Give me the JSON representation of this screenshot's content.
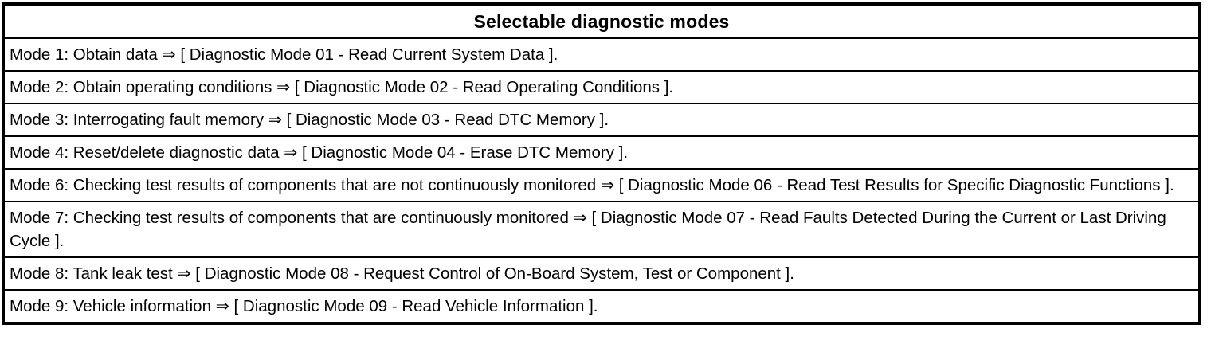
{
  "table": {
    "title": "Selectable diagnostic modes",
    "rows": [
      "Mode 1: Obtain data ⇒ [ Diagnostic Mode 01 - Read Current System Data ].",
      "Mode 2: Obtain operating conditions ⇒ [ Diagnostic Mode 02 - Read Operating Conditions ].",
      "Mode 3: Interrogating fault memory ⇒ [ Diagnostic Mode 03 - Read DTC Memory ].",
      "Mode 4: Reset/delete diagnostic data ⇒ [ Diagnostic Mode 04 - Erase DTC Memory ].",
      "Mode 6: Checking test results of components that are not continuously monitored ⇒ [ Diagnostic Mode 06 - Read Test Results for Specific Diagnostic Functions ].",
      "Mode 7: Checking test results of components that are continuously monitored ⇒ [ Diagnostic Mode 07 - Read Faults Detected During the Current or Last Driving Cycle ].",
      "Mode 8: Tank leak test ⇒ [ Diagnostic Mode 08 - Request Control of On-Board System, Test or Component ].",
      "Mode 9: Vehicle information ⇒ [ Diagnostic Mode 09 - Read Vehicle Information ]."
    ],
    "colors": {
      "border": "#000000",
      "background": "#ffffff",
      "text": "#000000"
    }
  }
}
